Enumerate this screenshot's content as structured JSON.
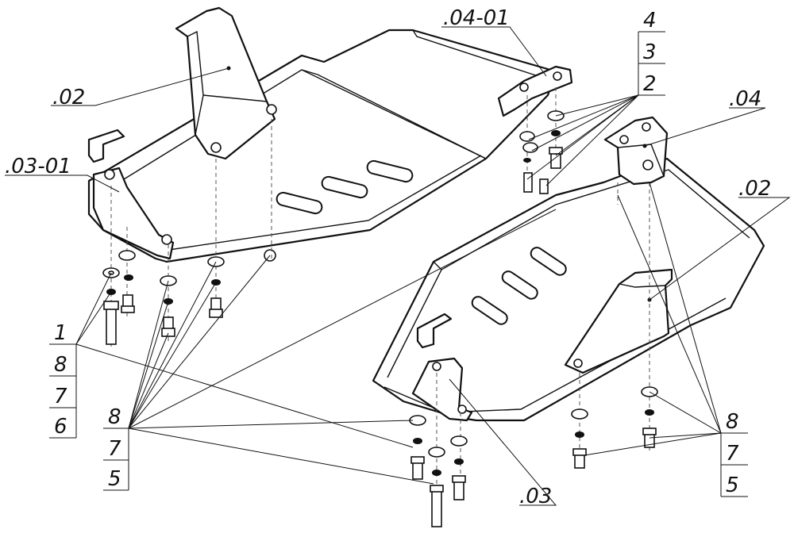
{
  "drawing": {
    "part_labels": {
      "p02_left": ".02",
      "p0301": ".03-01",
      "p0401": ".04-01",
      "p04": ".04",
      "p02_right": ".02",
      "p03": ".03"
    },
    "stack_top_right": [
      "4",
      "3",
      "2"
    ],
    "stack_left": [
      "1",
      "8",
      "7",
      "6"
    ],
    "stack_center": [
      "8",
      "7",
      "5"
    ],
    "stack_right": [
      "8",
      "7",
      "5"
    ]
  }
}
